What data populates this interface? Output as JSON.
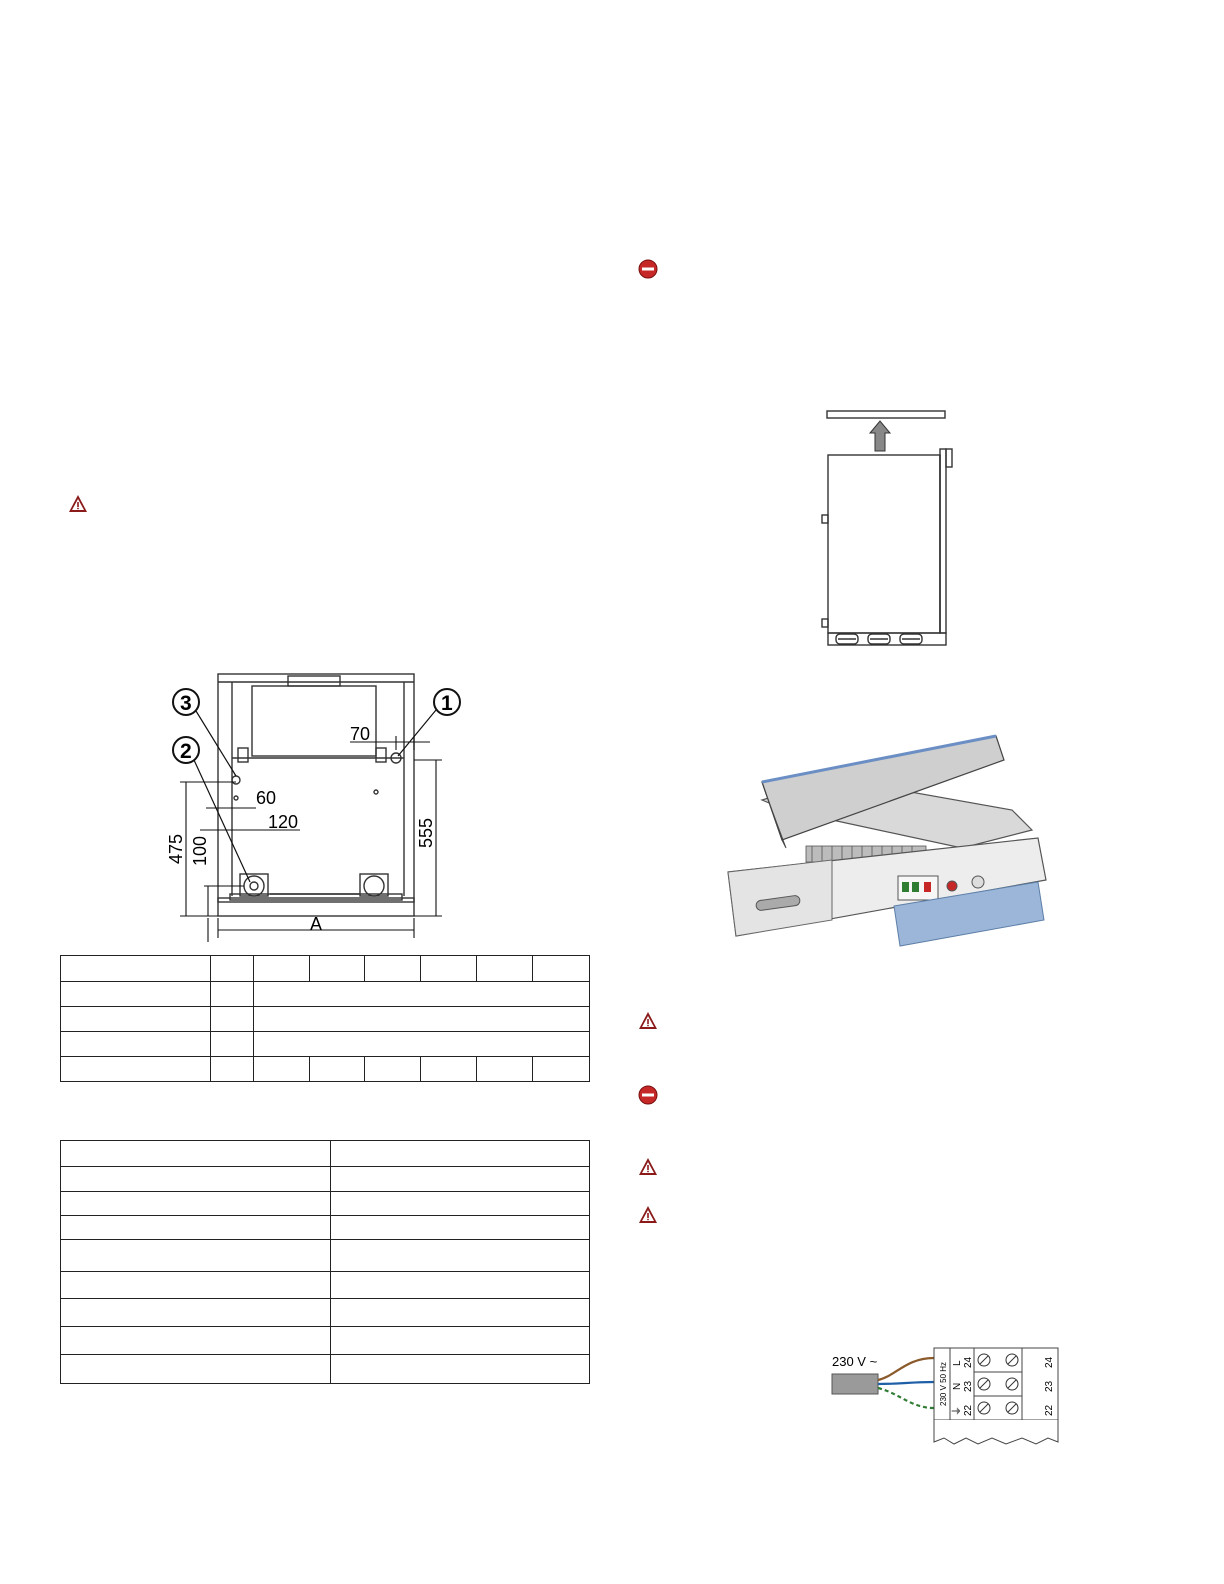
{
  "install_drawing": {
    "callouts": [
      "1",
      "2",
      "3"
    ],
    "dimensions": {
      "d70": "70",
      "d60": "60",
      "d120": "120",
      "d475": "475",
      "d100": "100",
      "d555": "555",
      "width": "A"
    }
  },
  "wiring": {
    "supply_label": "230 V ~",
    "terminal_block_label": "230 V 50 Hz",
    "conductors": [
      "L",
      "N",
      "⏚"
    ],
    "terminals": [
      "24",
      "23",
      "22"
    ],
    "right_terminals": [
      "24",
      "23",
      "22"
    ]
  },
  "icons": {
    "warning": "warning-triangle-icon",
    "stop": "no-entry-icon",
    "warning_color": "#8b1a1a",
    "stop_color": "#c62828"
  }
}
